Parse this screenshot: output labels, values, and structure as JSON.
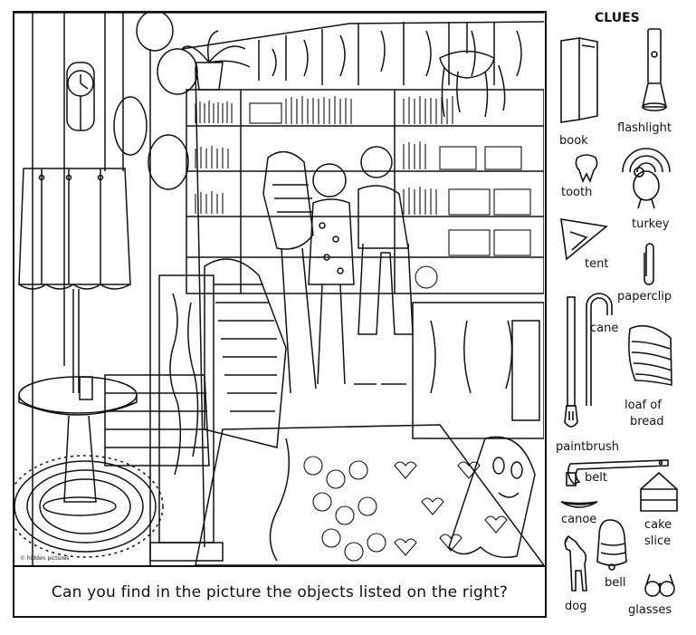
{
  "puzzle": {
    "caption": "Can you find in the picture the objects listed on the right?",
    "credit": "© hidden pictures"
  },
  "clues": {
    "title": "CLUES",
    "items": [
      {
        "label": "book",
        "icon": "book-icon"
      },
      {
        "label": "flashlight",
        "icon": "flashlight-icon"
      },
      {
        "label": "tooth",
        "icon": "tooth-icon"
      },
      {
        "label": "turkey",
        "icon": "turkey-icon"
      },
      {
        "label": "tent",
        "icon": "tent-icon"
      },
      {
        "label": "paperclip",
        "icon": "paperclip-icon"
      },
      {
        "label": "cane",
        "icon": "cane-icon"
      },
      {
        "label": "loaf of",
        "icon": "bread-icon"
      },
      {
        "label": "bread",
        "icon": "bread-icon"
      },
      {
        "label": "paintbrush",
        "icon": "paintbrush-icon"
      },
      {
        "label": "belt",
        "icon": "belt-icon"
      },
      {
        "label": "canoe",
        "icon": "canoe-icon"
      },
      {
        "label": "cake",
        "icon": "cake-icon"
      },
      {
        "label": "slice",
        "icon": "cake-icon"
      },
      {
        "label": "bell",
        "icon": "bell-icon"
      },
      {
        "label": "dog",
        "icon": "dog-icon"
      },
      {
        "label": "glasses",
        "icon": "glasses-icon"
      }
    ]
  },
  "colors": {
    "ink": "#111111",
    "paper": "#ffffff"
  }
}
